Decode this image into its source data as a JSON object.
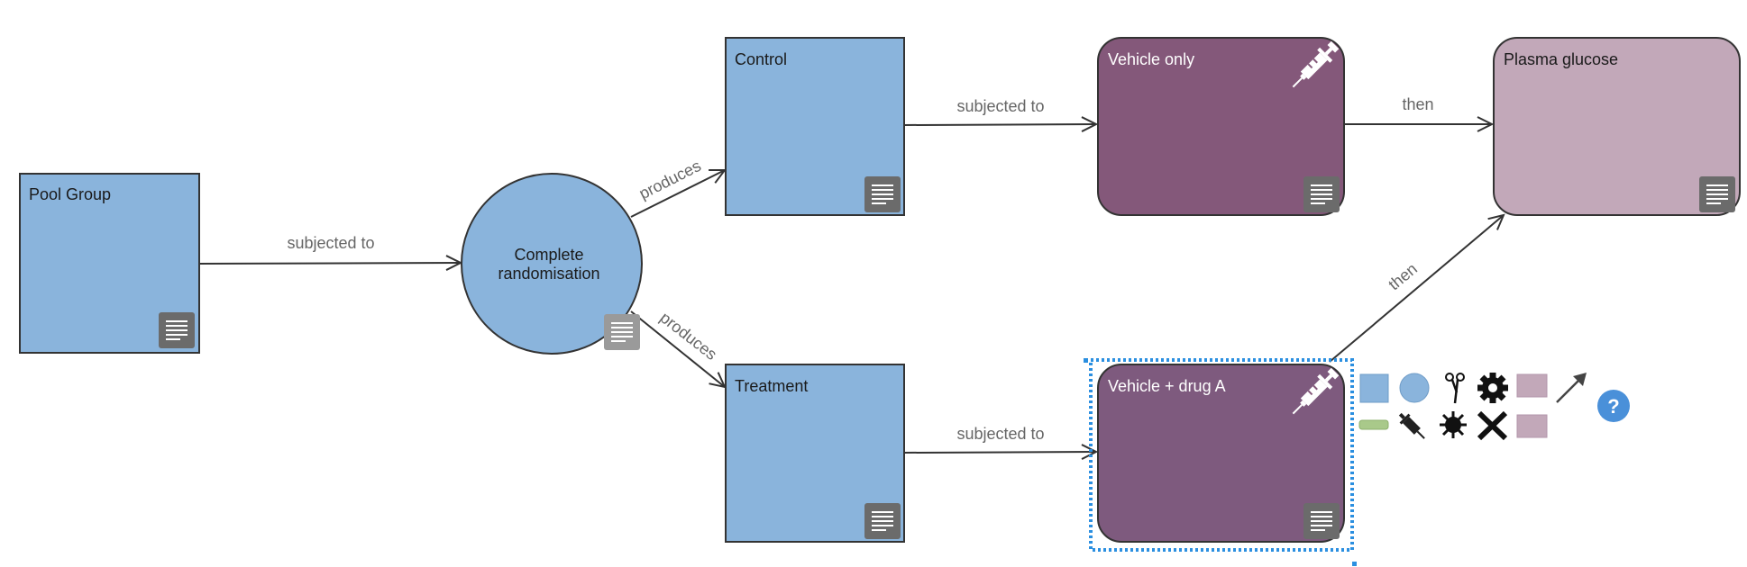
{
  "colors": {
    "blue_node": "#8ab4dc",
    "purple_node": "#84587a",
    "purple_node_selected": "#7e5a7e",
    "mauve_node": "#c2a8b9",
    "edge": "#333333",
    "selection": "#2b8fe0",
    "help": "#4a90d9"
  },
  "nodes": {
    "pool_group": "Pool Group",
    "randomisation_line1": "Complete",
    "randomisation_line2": "randomisation",
    "control": "Control",
    "treatment": "Treatment",
    "vehicle_only": "Vehicle only",
    "vehicle_drug_a": "Vehicle + drug A",
    "plasma_glucose": "Plasma glucose"
  },
  "edges": {
    "pool_to_rand": "subjected to",
    "rand_to_control": "produces",
    "rand_to_treatment": "produces",
    "control_to_vehicle": "subjected to",
    "treatment_to_vehicle_drug": "subjected to",
    "vehicle_to_glucose": "then",
    "vehicle_drug_to_glucose": "then"
  },
  "toolbar_icons": [
    "square-node-icon",
    "circle-node-icon",
    "scissors-icon",
    "gear-icon",
    "purple-rect-icon",
    "arrow-icon",
    "green-bar-icon",
    "syringe-icon",
    "virus-icon",
    "delete-icon",
    "mauve-rect-icon",
    "help-icon"
  ],
  "help_glyph": "?"
}
